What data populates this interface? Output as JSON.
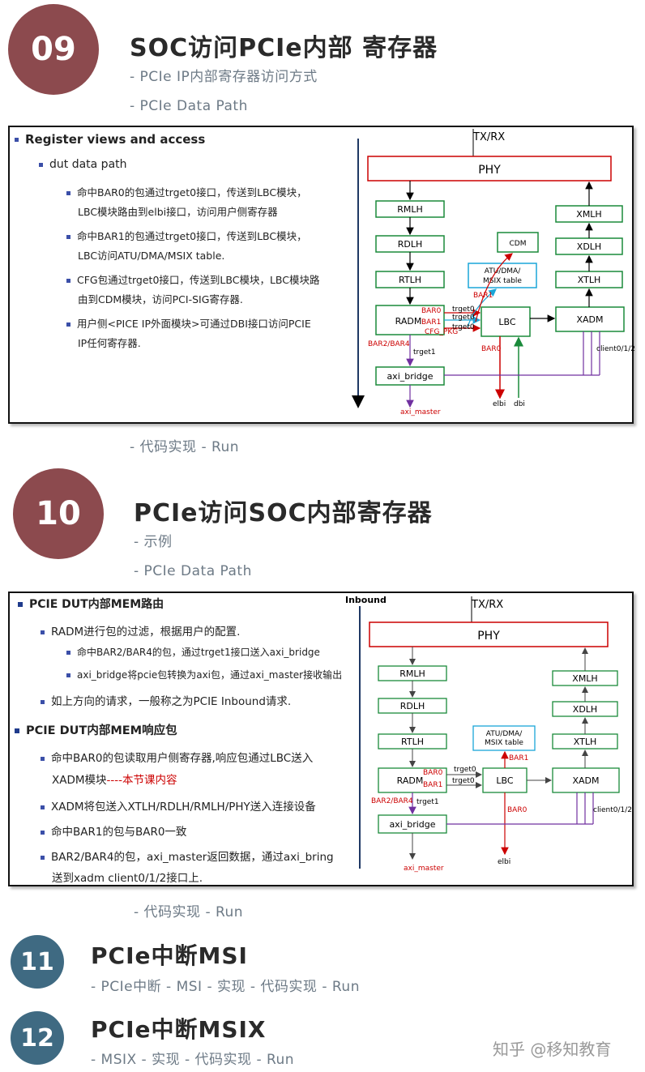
{
  "sections": [
    {
      "num": "09",
      "title": "SOC访问PCIe内部 寄存器",
      "sub1": "- PCIe IP内部寄存器访问方式",
      "sub2": "- PCIe Data Path",
      "run": "- 代码实现 - Run",
      "color": "#8c4a4e"
    },
    {
      "num": "10",
      "title": "PCIe访问SOC内部寄存器",
      "sub1": "- 示例",
      "sub2": "- PCIe Data Path",
      "run": "- 代码实现 - Run",
      "color": "#8c4a4e"
    },
    {
      "num": "11",
      "title": "PCIe中断MSI",
      "sub1": "- PCIe中断 - MSI - 实现 - 代码实现 - Run",
      "color": "#3f6a82"
    },
    {
      "num": "12",
      "title": "PCIe中断MSIX",
      "sub1": "- MSIX - 实现 - 代码实现 - Run",
      "color": "#3f6a82"
    }
  ],
  "slide1": {
    "heading": "Register views  and access",
    "sub": "dut data path",
    "bullets": [
      "命中BAR0的包通过trget0接口，传送到LBC模块，",
      "LBC模块路由到elbi接口，访问用户侧寄存器",
      "命中BAR1的包通过trget0接口，传送到LBC模块，",
      "LBC访问ATU/DMA/MSIX table.",
      "CFG包通过trget0接口，传送到LBC模块，LBC模块路",
      "由到CDM模块，访问PCI-SIG寄存器.",
      "用户侧<PICE IP外面模块>可通过DBI接口访问PCIE",
      "IP任何寄存器."
    ],
    "diagram": {
      "txrx": "TX/RX",
      "phy": "PHY",
      "rmlh": "RMLH",
      "rdlh": "RDLH",
      "rtlh": "RTLH",
      "radm": "RADM",
      "xmlh": "XMLH",
      "xdlh": "XDLH",
      "xtlh": "XTLH",
      "xadm": "XADM",
      "lbc": "LBC",
      "cdm": "CDM",
      "atu1": "ATU/DMA/",
      "atu2": "MSIX  table",
      "axi": "axi_bridge",
      "bar0": "BAR0",
      "bar1": "BAR1",
      "cfg": "CFG_PKG",
      "trget0": "trget0",
      "trget1": "trget1",
      "bar24": "BAR2/BAR4",
      "client": "client0/1/2",
      "elbi": "elbi",
      "dbi": "dbi",
      "axim": "axi_master"
    }
  },
  "slide2": {
    "heading1": "PCIE DUT内部MEM路由",
    "b1": "RADM进行包的过滤，根据用户的配置.",
    "b1a": "命中BAR2/BAR4的包，通过trget1接口送入axi_bridge",
    "b1b": "axi_bridge将pcie包转换为axi包，通过axi_master接收输出",
    "b2": "如上方向的请求，一般称之为PCIE  Inbound请求.",
    "heading2": "PCIE DUT内部MEM响应包",
    "c1": "命中BAR0的包读取用户侧寄存器,响应包通过LBC送入",
    "c1b": "XADM模块",
    "c1c": "----本节课内容",
    "c2": "XADM将包送入XTLH/RDLH/RMLH/PHY送入连接设备",
    "c3": "命中BAR1的包与BAR0一致",
    "c4": "BAR2/BAR4的包，axi_master返回数据，通过axi_bring",
    "c4b": "送到xadm  client0/1/2接口上.",
    "inbound": "Inbound",
    "diagram": {
      "txrx": "TX/RX",
      "phy": "PHY",
      "rmlh": "RMLH",
      "rdlh": "RDLH",
      "rtlh": "RTLH",
      "radm": "RADM",
      "xmlh": "XMLH",
      "xdlh": "XDLH",
      "xtlh": "XTLH",
      "xadm": "XADM",
      "lbc": "LBC",
      "atu1": "ATU/DMA/",
      "atu2": "MSIX table",
      "axi": "axi_bridge",
      "bar0": "BAR0",
      "bar1": "BAR1",
      "trget0": "trget0",
      "trget1": "trget1",
      "bar24": "BAR2/BAR4",
      "client": "client0/1/2",
      "elbi": "elbi",
      "axim": "axi_master"
    }
  },
  "watermark": "知乎 @移知教育"
}
